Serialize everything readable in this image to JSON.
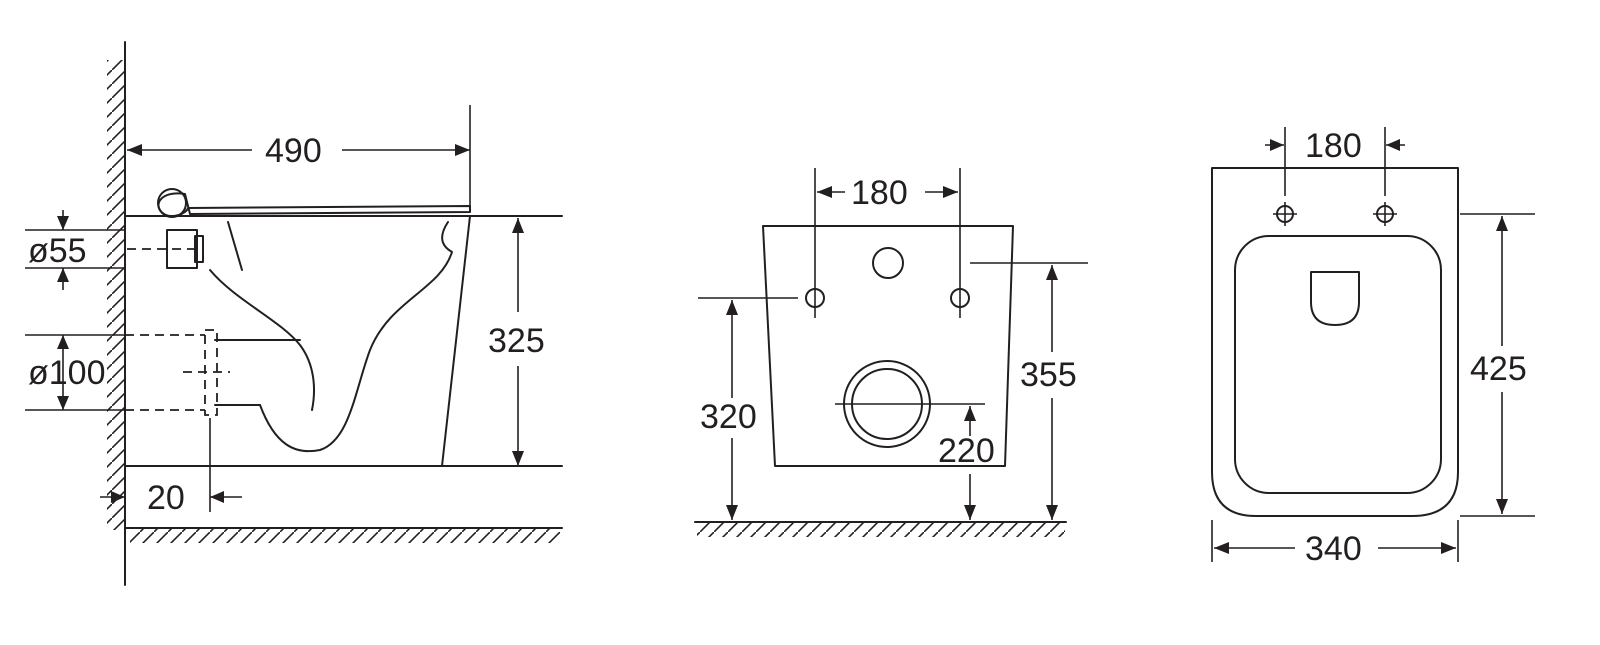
{
  "side_view": {
    "overall_length": "490",
    "height": "325",
    "inlet_diameter": "ø55",
    "outlet_diameter": "ø100",
    "wall_offset": "20"
  },
  "front_view": {
    "bolt_spacing": "180",
    "bolt_height": "320",
    "top_height": "355",
    "outlet_height": "220"
  },
  "top_view": {
    "bolt_spacing": "180",
    "length": "425",
    "width": "340"
  },
  "colors": {
    "line": "#231f20",
    "background": "#ffffff"
  }
}
